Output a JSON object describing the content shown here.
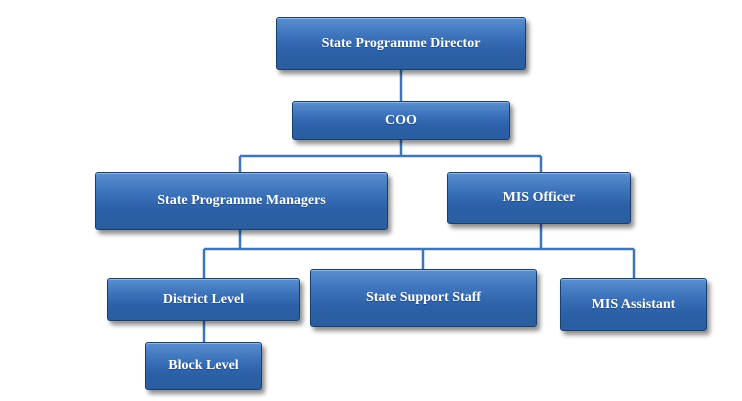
{
  "org_chart": {
    "nodes": {
      "state_programme_director": "State Programme Director",
      "coo": "COO",
      "state_programme_managers": "State Programme Managers",
      "mis_officer": "MIS Officer",
      "district_level": "District Level",
      "state_support_staff": "State Support Staff",
      "mis_assistant": "MIS Assistant",
      "block_level": "Block Level"
    },
    "colors": {
      "box_fill": "#3c73bb",
      "box_border": "#17406f",
      "connector": "#3f76b8",
      "text": "#ffffff"
    }
  }
}
